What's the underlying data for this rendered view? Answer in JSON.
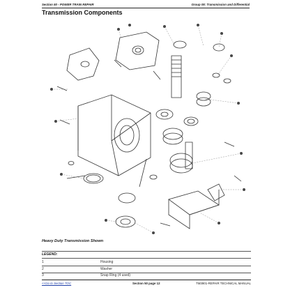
{
  "header": {
    "left": "Section 50 - POWER TRAIN REPAIR",
    "right": "Group 05: Transmission and Differential"
  },
  "title": "Transmission Components",
  "caption": "Heavy Duty Transmission Shown",
  "legend": {
    "heading": "LEGEND:",
    "items": [
      {
        "num": "1",
        "text": "Housing"
      },
      {
        "num": "2",
        "text": "Washer"
      },
      {
        "num": "3",
        "text": "Snap Ring (4 used)"
      }
    ]
  },
  "footer": {
    "link": "<<Go to Section TOC",
    "center": "Section 50 page 12",
    "right": "TM3901-REPAIR TECHNICAL MANUAL"
  }
}
